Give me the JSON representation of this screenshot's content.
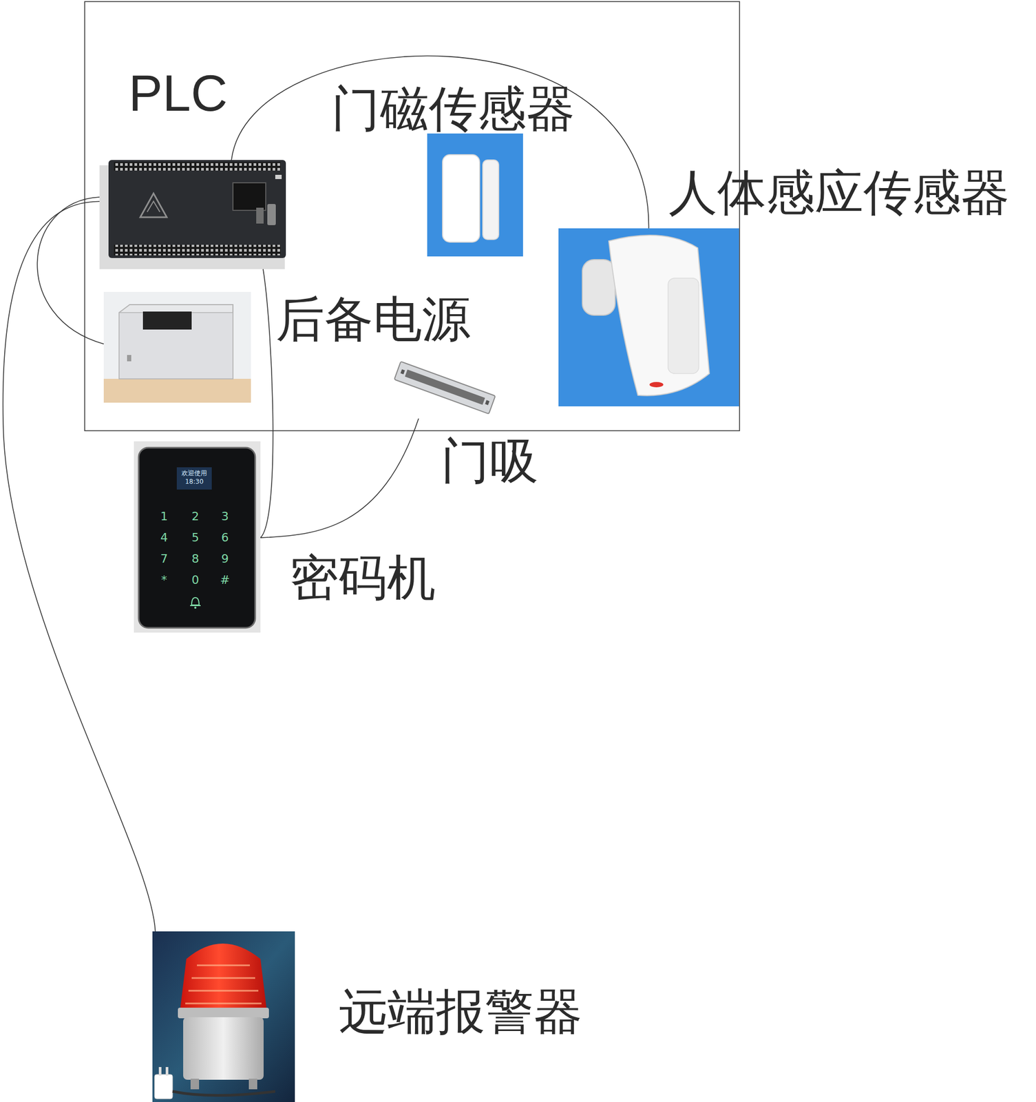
{
  "diagram": {
    "nodes": [
      {
        "text": [
          "PLC"
        ]
      },
      {
        "text": [
          "门磁传感器"
        ]
      },
      {
        "text": [
          "人体感应传感器"
        ]
      },
      {
        "text": [
          "后备电源"
        ]
      },
      {
        "text": [
          "门吸"
        ]
      },
      {
        "text": [
          "密码机"
        ]
      },
      {
        "text": [
          "远端报警器"
        ]
      }
    ],
    "edges": [
      {
        "from": 0,
        "to": 2,
        "arrow": "none"
      },
      {
        "from": 0,
        "to": 3,
        "arrow": "none"
      },
      {
        "from": 0,
        "to": 6,
        "arrow": "none"
      },
      {
        "from": 0,
        "to": 5,
        "arrow": "none"
      },
      {
        "from": 5,
        "to": 4,
        "arrow": "none"
      }
    ],
    "labels": [
      "欢迎使用",
      "18:30",
      "1",
      "2",
      "3",
      "4",
      "5",
      "6",
      "7",
      "8",
      "9",
      "*",
      "0",
      "#"
    ]
  }
}
